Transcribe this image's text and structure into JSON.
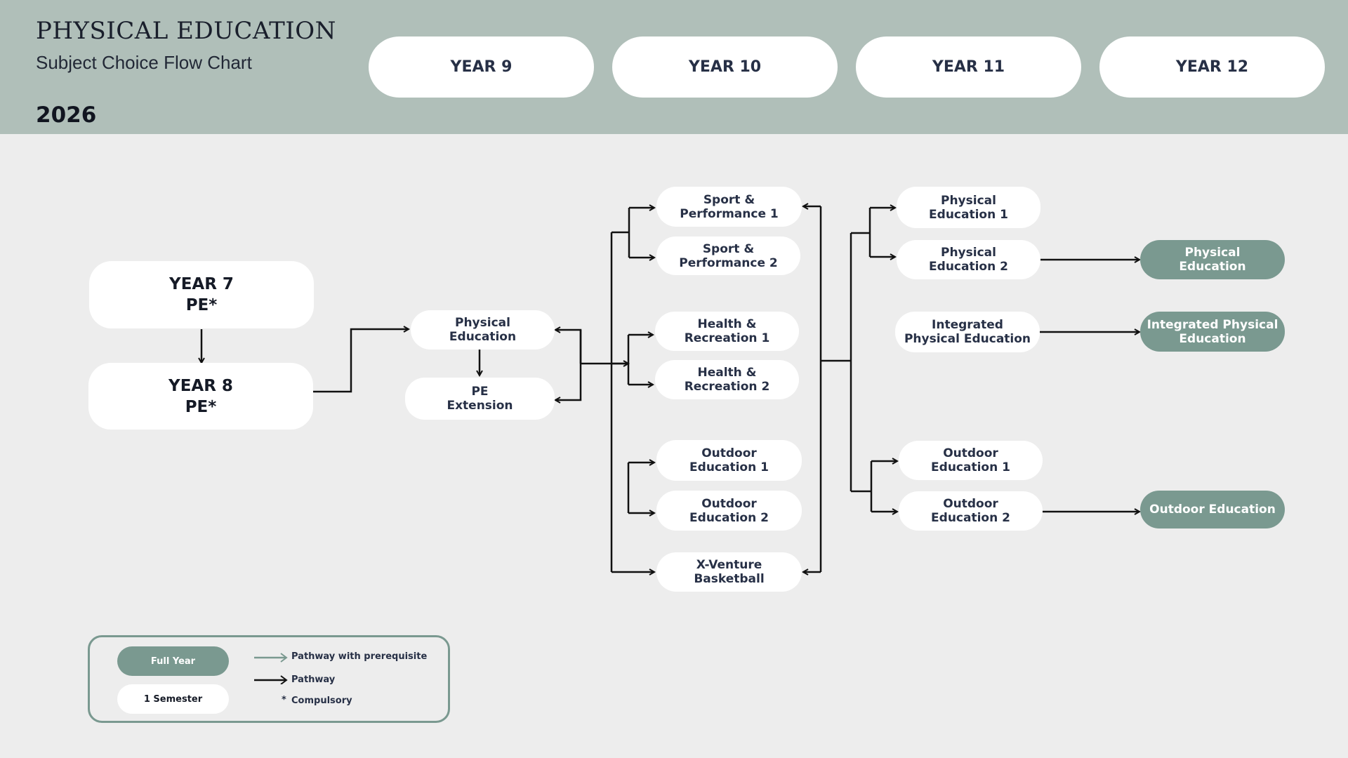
{
  "header": {
    "title": "PHYSICAL EDUCATION",
    "subtitle": "Subject Choice Flow Chart",
    "year": "2026"
  },
  "columns": [
    "YEAR 9",
    "YEAR 10",
    "YEAR 11",
    "YEAR 12"
  ],
  "nodes": {
    "year7": "YEAR 7\nPE*",
    "year8": "YEAR 8\nPE*",
    "y9_pe": "Physical\nEducation",
    "y9_pe_ext": "PE\nExtension",
    "y10_sp1": "Sport &\nPerformance 1",
    "y10_sp2": "Sport &\nPerformance 2",
    "y10_hr1": "Health &\nRecreation 1",
    "y10_hr2": "Health &\nRecreation 2",
    "y10_oe1": "Outdoor\nEducation 1",
    "y10_oe2": "Outdoor\nEducation 2",
    "y10_xv": "X-Venture\nBasketball",
    "y11_pe1": "Physical\nEducation 1",
    "y11_pe2": "Physical\nEducation 2",
    "y11_ipe": "Integrated\nPhysical Education",
    "y11_oe1": "Outdoor\nEducation 1",
    "y11_oe2": "Outdoor\nEducation 2",
    "y12_pe": "Physical\nEducation",
    "y12_ipe": "Integrated Physical\nEducation",
    "y12_oe": "Outdoor Education"
  },
  "legend": {
    "full_year": "Full Year",
    "semester": "1 Semester",
    "prereq": "Pathway with prerequisite",
    "pathway": "Pathway",
    "compulsory_mark": "*",
    "compulsory": "Compulsory"
  },
  "colors": {
    "header_bg": "#b0bfb9",
    "page_bg": "#ededed",
    "full_year": "#7a9990",
    "semester": "#ffffff",
    "text": "#273046",
    "arrow": "#111111",
    "prereq_arrow": "#7a9990"
  }
}
